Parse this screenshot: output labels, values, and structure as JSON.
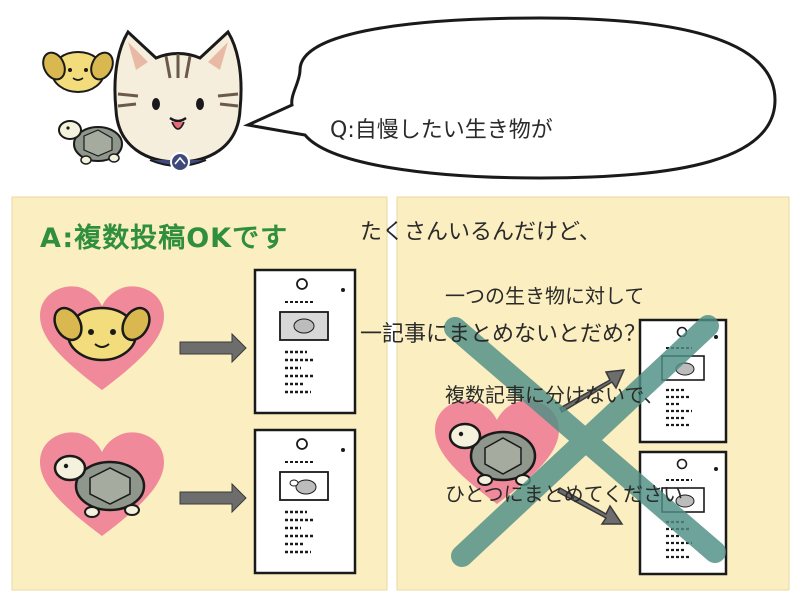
{
  "header": {
    "question_line1": "Q:自慢したい生き物が",
    "question_line2": "たくさんいるんだけど、",
    "question_line3": "一記事にまとめないとだめ？"
  },
  "left_panel": {
    "title": "A:複数投稿OKです"
  },
  "right_panel": {
    "line1": "一つの生き物に対して",
    "line2": "複数記事に分けないで、",
    "line3": "ひとつにまとめてください"
  },
  "colors": {
    "answer_green": "#2f8f3c",
    "heart_pink": "#f08a9a",
    "panel_yellow": "#fbeec0",
    "cross_teal": "#4f8f86",
    "dog_yellow": "#f3dc7c",
    "turtle_gray": "#8f968c"
  },
  "icons": [
    "dog-icon",
    "cat-icon",
    "turtle-icon",
    "heart-icon",
    "arrow-right-icon",
    "document-icon",
    "cross-mark-icon"
  ]
}
